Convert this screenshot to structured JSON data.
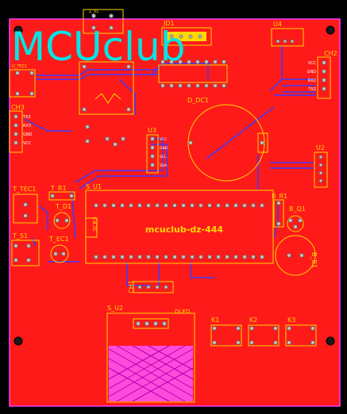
{
  "logo_text": "MCUclub",
  "chip_label": "mcuclub-dz-444",
  "silkscreen": {
    "jd1": "JD1",
    "u4": "U4",
    "ch2": "CH2",
    "ch3": "CH3",
    "ch1": "CH1",
    "d_dc1": "D_DC1",
    "u3": "U3",
    "u2": "U2",
    "s_u1": "S_U1",
    "s_u2": "S_U2",
    "oled": "OLED",
    "t_tec1": "T_TEC1",
    "t_r1": "T_R1",
    "t_d1": "T_D1",
    "t_s1": "T_S1",
    "t_ec1": "T_EC1",
    "b_r1": "B_R1",
    "b_q1": "B_Q1",
    "b_b1": "B_B1",
    "k1": "K1",
    "k2": "K2",
    "k3": "K3",
    "d_tec1": "D_TEC1",
    "z_xl": "Z_XL",
    "batt": "3CR3",
    "ch2_pins": [
      "VCC",
      "GND",
      "RX2",
      "TX2"
    ],
    "ch3_pins": [
      "TX3",
      "RX3",
      "GND",
      "VCC"
    ],
    "u3_pins": [
      "VCC",
      "GND",
      "SCL",
      "SDA"
    ]
  }
}
